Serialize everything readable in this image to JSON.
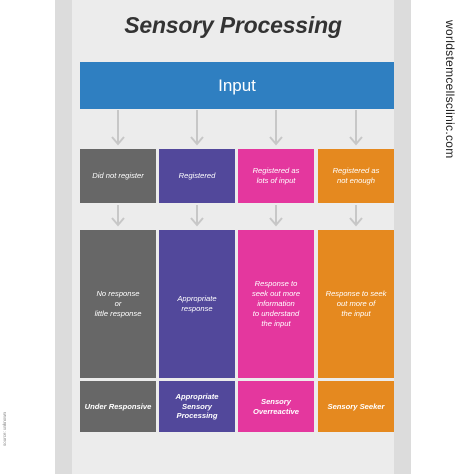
{
  "title": "Sensory Processing",
  "input_label": "Input",
  "columns": [
    {
      "color": "#676767",
      "registration": "Did not register",
      "response": "No response\nor\nlittle response",
      "outcome": "Under Responsive"
    },
    {
      "color": "#52489b",
      "registration": "Registered",
      "response": "Appropriate\nresponse",
      "outcome": "Appropriate\nSensory Processing"
    },
    {
      "color": "#e4379e",
      "registration": "Registered as\nlots of input",
      "response": "Response to\nseek out more\ninformation\nto understand\nthe input",
      "outcome": "Sensory\nOverreactive"
    },
    {
      "color": "#e5891f",
      "registration": "Registered as\nnot enough",
      "response": "Response to seek\nout more of\nthe input",
      "outcome": "Sensory Seeker"
    }
  ],
  "arrow_color": "#c7c7c7",
  "website": "worldstemcellsclinic.com",
  "source": "source: unknown"
}
